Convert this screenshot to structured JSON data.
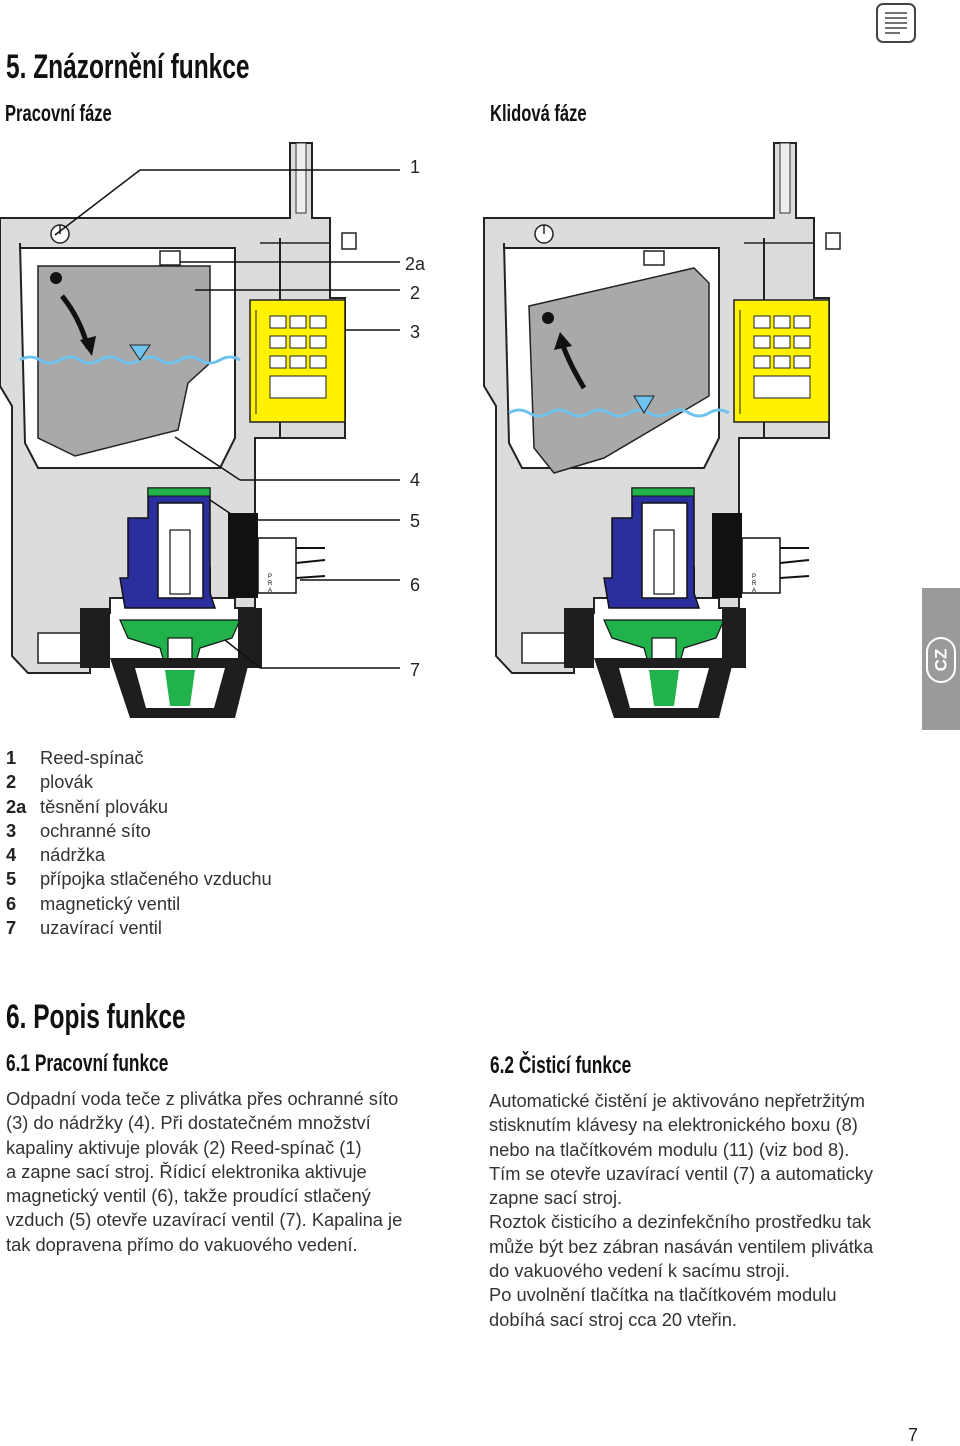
{
  "section5": {
    "title": "5. Znázornění funkce",
    "left_subtitle": "Pracovní fáze",
    "right_subtitle": "Klidová fáze"
  },
  "callouts": [
    "1",
    "2a",
    "2",
    "3",
    "4",
    "5",
    "6",
    "7"
  ],
  "valve_marks": [
    "P",
    "R",
    "A"
  ],
  "legend": [
    {
      "num": "1",
      "text": "Reed-spínač"
    },
    {
      "num": "2",
      "text": "plovák"
    },
    {
      "num": "2a",
      "text": "těsnění plováku"
    },
    {
      "num": "3",
      "text": "ochranné síto"
    },
    {
      "num": "4",
      "text": "nádržka"
    },
    {
      "num": "5",
      "text": "přípojka stlačeného vzduchu"
    },
    {
      "num": "6",
      "text": "magnetický ventil"
    },
    {
      "num": "7",
      "text": "uzavírací ventil"
    }
  ],
  "section6": {
    "title": "6. Popis funkce",
    "sub1_title": "6.1 Pracovní funkce",
    "sub1_lines": [
      "Odpadní voda teče z plivátka přes ochranné síto",
      "(3) do nádržky (4). Při dostatečném množství",
      "kapaliny aktivuje plovák (2) Reed-spínač (1)",
      "a zapne sací stroj. Řídicí elektronika aktivuje",
      "magnetický ventil (6), takže proudící stlačený",
      "vzduch (5) otevře uzavírací ventil (7). Kapalina je",
      "tak dopravena přímo do vakuového vedení."
    ],
    "sub2_title": "6.2 Čisticí funkce",
    "sub2_lines": [
      "Automatické čistění je aktivováno nepřetržitým",
      "stisknutím klávesy na elektronického boxu (8)",
      "nebo na tlačítkovém modulu (11) (viz bod 8).",
      "Tím se otevře uzavírací ventil (7) a automaticky",
      "zapne sací stroj.",
      "Roztok čisticího a dezinfekčního prostředku tak",
      "může být bez zábran nasáván ventilem plivátka",
      "do vakuového vedení k sacímu stroji.",
      "Po uvolnění tlačítka na tlačítkovém modulu",
      "dobíhá sací stroj cca  20 vteřin."
    ]
  },
  "side_tab": "CZ",
  "page_number": "7",
  "colors": {
    "tank_gray": "#d8d8d8",
    "float_gray": "#a9a9a9",
    "filter_yellow": "#fff200",
    "valve_blue": "#2b2f9e",
    "valve_green": "#22b24c",
    "water_blue": "#6fc3ee",
    "tab_gray": "#9a9a9a"
  }
}
